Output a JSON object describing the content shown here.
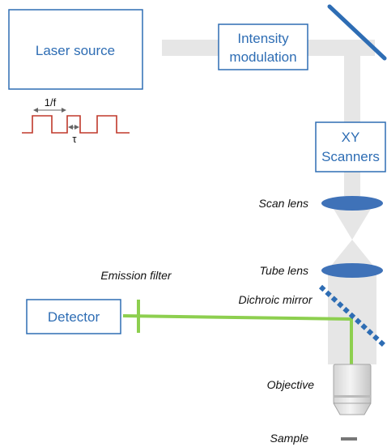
{
  "colors": {
    "box_border": "#2e6db4",
    "box_text": "#2e6db4",
    "beam": "#e6e6e6",
    "mirror": "#2e6db4",
    "lens": "#3f72b8",
    "emission": "#8dcf4f",
    "pulse": "#c0392b",
    "sample": "#777777"
  },
  "boxes": {
    "laser_source": "Laser source",
    "intensity_modulation": {
      "line1": "Intensity",
      "line2": "modulation"
    },
    "xy_scanners": {
      "line1": "XY",
      "line2": "Scanners"
    },
    "detector": "Detector"
  },
  "pulse_train": {
    "period_label": "1/f",
    "width_label": "τ"
  },
  "labels": {
    "scan_lens": "Scan lens",
    "tube_lens": "Tube lens",
    "emission_filter": "Emission filter",
    "dichroic_mirror": "Dichroic mirror",
    "objective": "Objective",
    "sample": "Sample"
  }
}
